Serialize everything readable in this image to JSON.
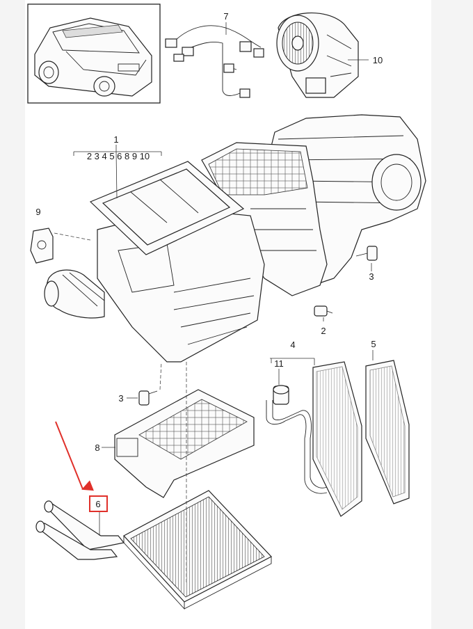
{
  "callouts": {
    "c1": "1",
    "c1_sub": "2 3 4 5 6 8 9 10",
    "c2": "2",
    "c3a": "3",
    "c3b": "3",
    "c4": "4",
    "c5": "5",
    "c6": "6",
    "c7": "7",
    "c8": "8",
    "c9": "9",
    "c10": "10",
    "c11": "11"
  },
  "colors": {
    "highlight": "#e0302a",
    "ink": "#222222"
  },
  "highlighted_part": "6"
}
